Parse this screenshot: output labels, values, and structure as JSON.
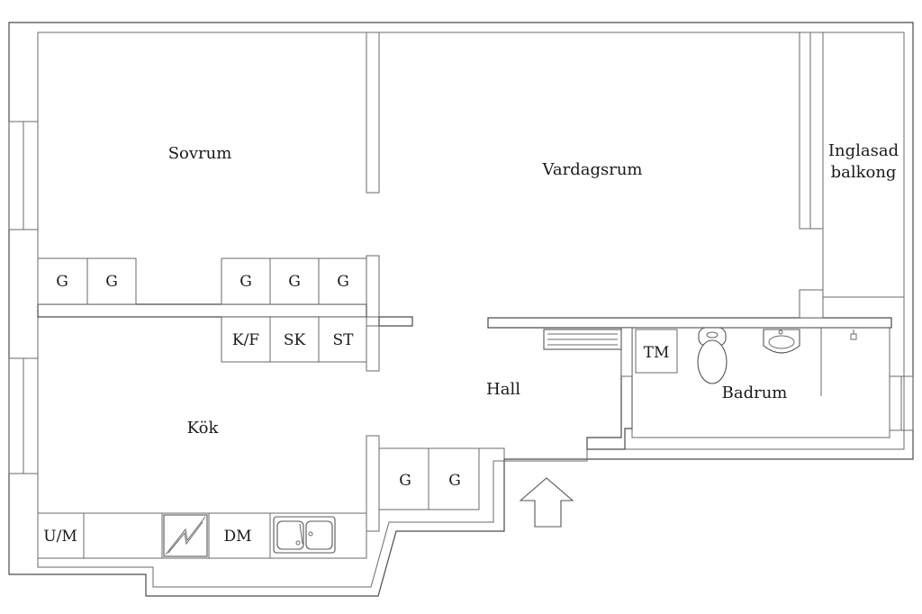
{
  "rooms": {
    "sovrum": "Sovrum",
    "vardagsrum": "Vardagsrum",
    "balkong_line1": "Inglasad",
    "balkong_line2": "balkong",
    "kok": "Kök",
    "hall": "Hall",
    "badrum": "Badrum"
  },
  "cabinets": {
    "g": "G",
    "kf": "K/F",
    "sk": "SK",
    "st": "ST",
    "um": "U/M",
    "dm": "DM",
    "tm": "TM"
  },
  "icons": {
    "entrance": "entrance-arrow-icon",
    "stove": "stove-icon",
    "sink": "kitchen-sink-icon",
    "toilet": "toilet-icon",
    "washbasin": "washbasin-icon",
    "radiator": "radiator-icon"
  }
}
